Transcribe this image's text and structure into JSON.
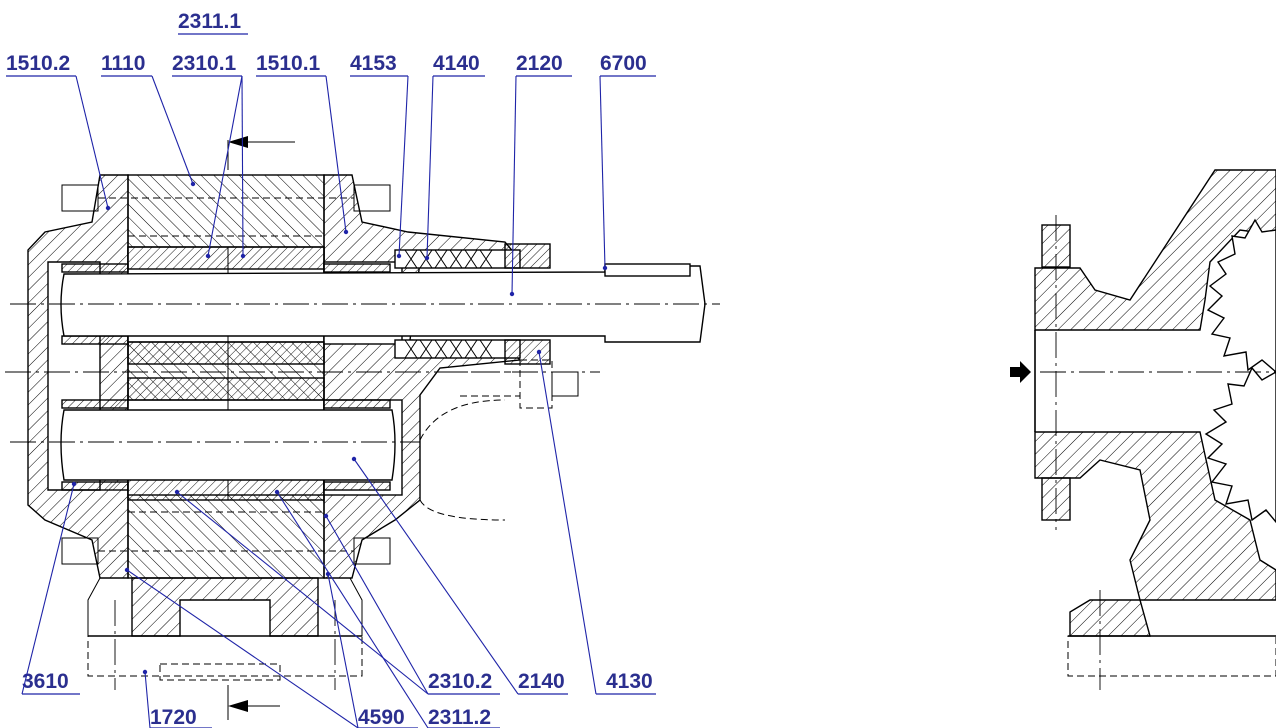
{
  "drawing": {
    "labels": {
      "p1510_2": "1510.2",
      "p1110": "1110",
      "p2310_1": "2310.1",
      "p2311_1": "2311.1",
      "p1510_1": "1510.1",
      "p4153": "4153",
      "p4140": "4140",
      "p2120": "2120",
      "p6700": "6700",
      "p3610": "3610",
      "p1720": "1720",
      "p4590": "4590",
      "p2310_2": "2310.2",
      "p2311_2": "2311.2",
      "p2140": "2140",
      "p4130": "4130"
    },
    "colors": {
      "label": "#2b2f8f",
      "leader": "#1f24a8",
      "outline": "#000000"
    }
  }
}
